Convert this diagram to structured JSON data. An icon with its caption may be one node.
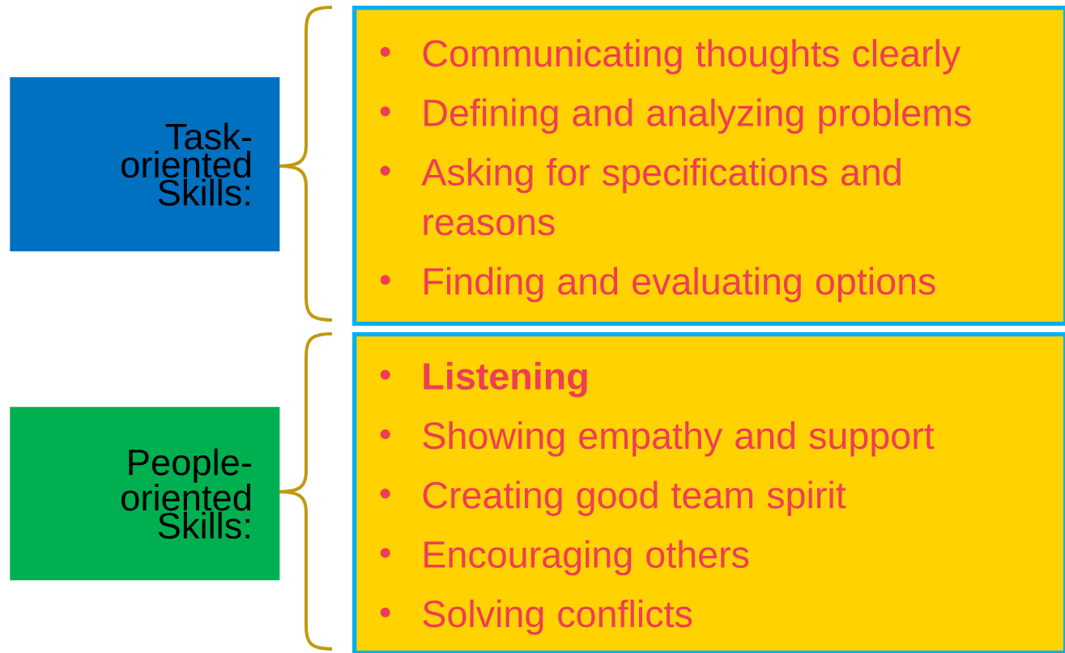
{
  "diagram": {
    "nodes": [
      {
        "text": [
          "Task-oriented Skills:"
        ]
      },
      {
        "text": [
          "Communicating thoughts clearly",
          "Defining and analyzing problems",
          "Asking for specifications and reasons",
          "Finding and evaluating options"
        ]
      },
      {
        "text": [
          "People-oriented Skills:"
        ]
      },
      {
        "text": [
          "**Listening**",
          "Showing empathy and support",
          "Creating good team spirit",
          "Encouraging others",
          "Solving conflicts"
        ]
      }
    ]
  }
}
